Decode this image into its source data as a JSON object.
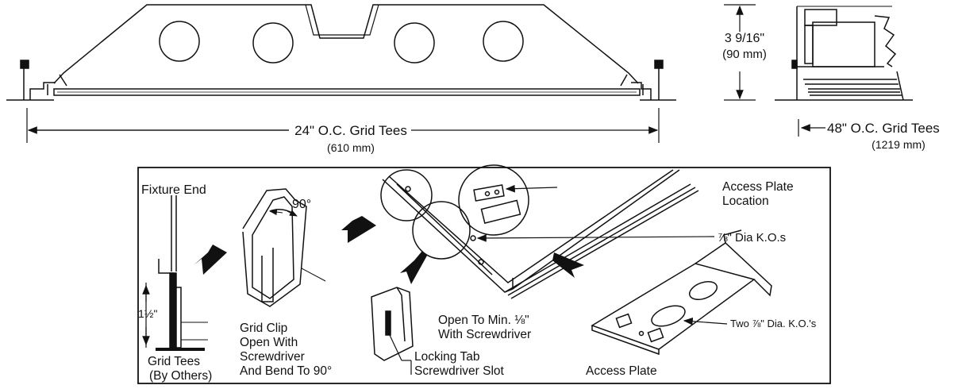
{
  "front_view": {
    "width_dim": "24\" O.C. Grid Tees",
    "width_metric": "(610 mm)"
  },
  "side_view": {
    "height_dim": "3 9/16\"",
    "height_metric": "(90 mm)",
    "length_dim": "48\" O.C. Grid Tees",
    "length_metric": "(1219 mm)"
  },
  "detail": {
    "fixture_end": "Fixture End",
    "angle": "90°",
    "clip_height": "1½\"",
    "grid_tees_1": "Grid Tees",
    "grid_tees_2": "(By Others)",
    "grid_clip": [
      "Grid Clip",
      "Open With",
      "Screwdriver",
      "And Bend To 90°"
    ],
    "open_to": [
      "Open To Min. ⅛\"",
      "With Screwdriver"
    ],
    "locking_tab": [
      "Locking Tab",
      "Screwdriver Slot"
    ],
    "access_plate_location": [
      "Access Plate",
      "Location"
    ],
    "dia_ko": "⅞\" Dia K.O.s",
    "two_ko": "Two ⅞\" Dia. K.O.'s",
    "access_plate": "Access Plate"
  }
}
